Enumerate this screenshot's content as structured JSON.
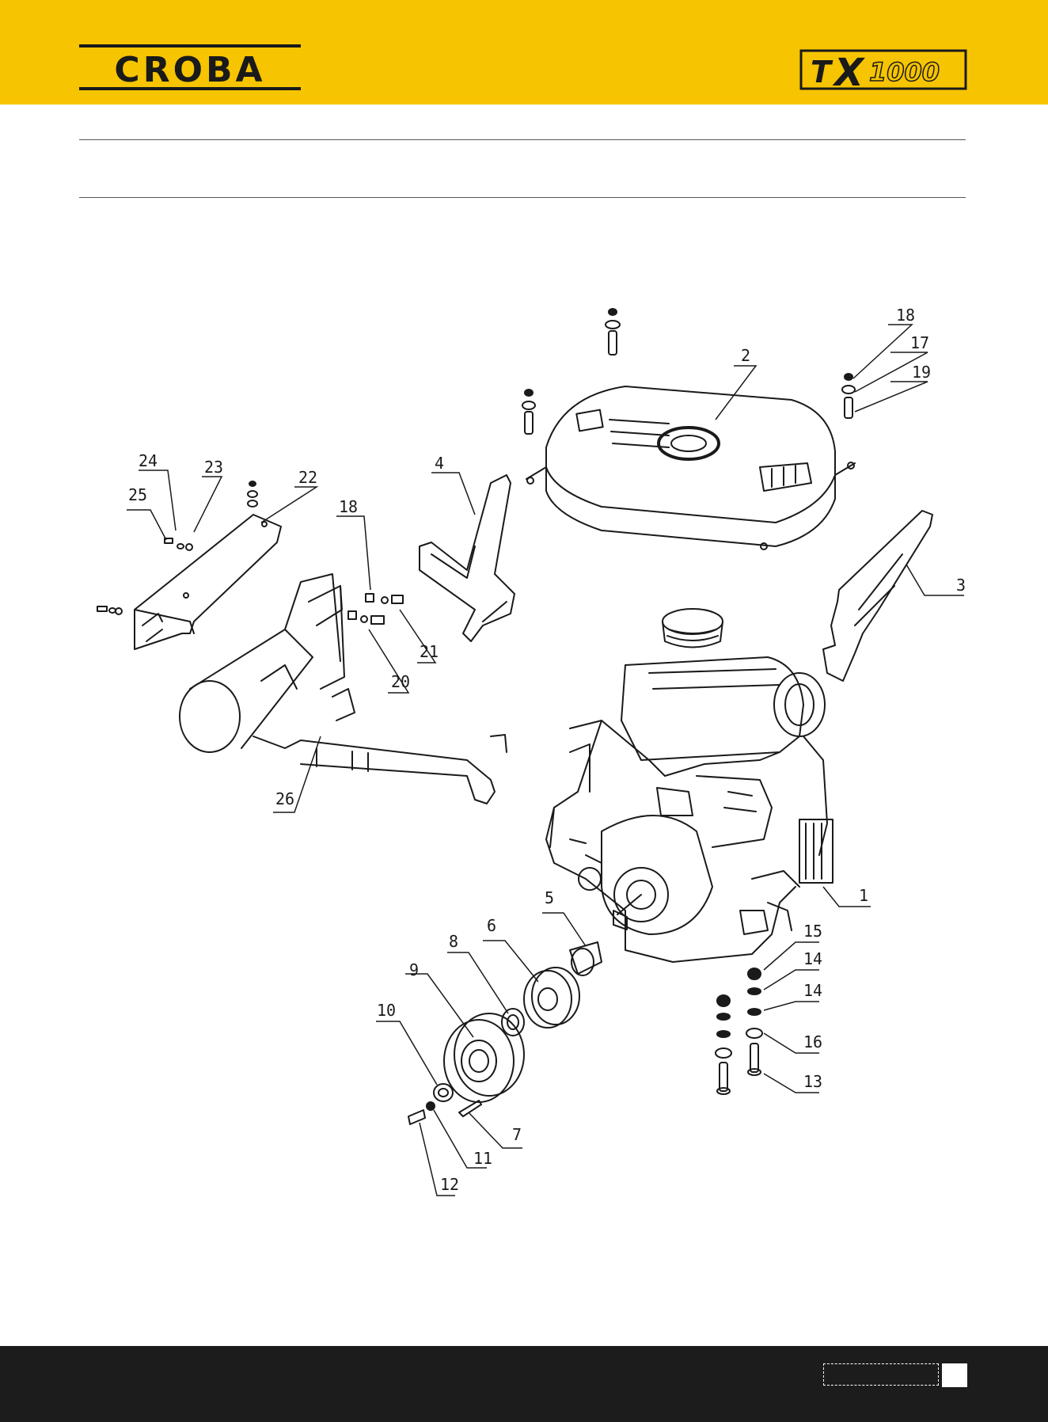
{
  "header": {
    "brand": "CROBA",
    "model_prefix": "T",
    "model_x": "X",
    "model_number": "1000",
    "background_color": "#f6c400"
  },
  "diagram": {
    "callouts": [
      "1",
      "2",
      "3",
      "4",
      "5",
      "6",
      "7",
      "8",
      "9",
      "10",
      "11",
      "12",
      "13",
      "14",
      "14",
      "15",
      "16",
      "17",
      "18",
      "18",
      "19",
      "20",
      "21",
      "22",
      "23",
      "24",
      "25",
      "26"
    ],
    "line_color": "#1a1a1a"
  },
  "footer": {
    "background_color": "#1c1c1c"
  }
}
